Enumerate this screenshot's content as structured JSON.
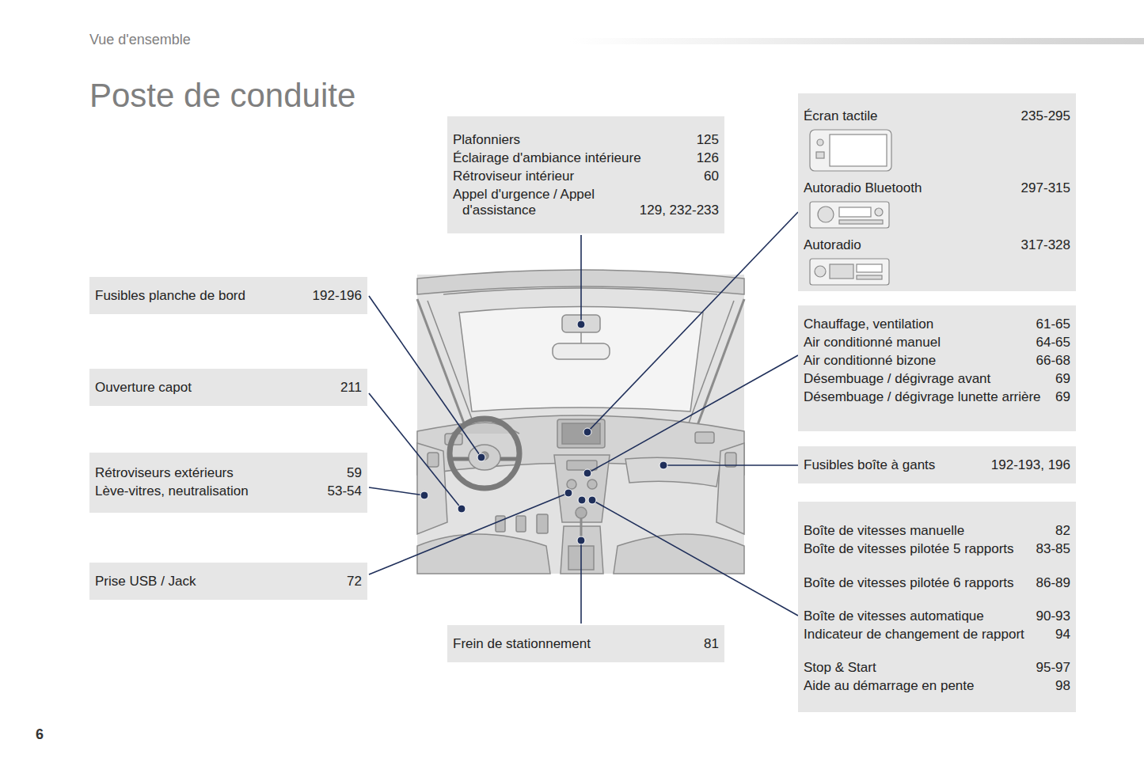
{
  "diagram": {
    "title": "Poste de conduite",
    "nodes": [
      {
        "text": [
          "Plafonniers",
          "125",
          "Éclairage d'ambiance intérieure",
          "126",
          "Rétroviseur intérieur",
          "60",
          "Appel d'urgence / Appel d'assistance",
          "129, 232-233"
        ]
      },
      {
        "text": [
          "Écran tactile",
          "235-295",
          "Autoradio Bluetooth",
          "297-315",
          "Autoradio",
          "317-328"
        ]
      },
      {
        "text": [
          "Fusibles planche de bord",
          "192-196"
        ]
      },
      {
        "text": [
          "Chauffage, ventilation",
          "61-65",
          "Air conditionné manuel",
          "64-65",
          "Air conditionné bizone",
          "66-68",
          "Désembuage / dégivrage avant",
          "69",
          "Désembuage / dégivrage lunette arrière",
          "69"
        ]
      },
      {
        "text": [
          "Ouverture capot",
          "211"
        ]
      },
      {
        "text": [
          "Fusibles boîte à gants",
          "192-193, 196"
        ]
      },
      {
        "text": [
          "Rétroviseurs extérieurs",
          "59",
          "Lève-vitres, neutralisation",
          "53-54"
        ]
      },
      {
        "text": [
          "Boîte de vitesses manuelle",
          "82",
          "Boîte de vitesses pilotée 5 rapports",
          "83-85",
          "Boîte de vitesses pilotée 6 rapports",
          "86-89",
          "Boîte de vitesses automatique",
          "90-93",
          "Indicateur de changement de rapport",
          "94",
          "Stop & Start",
          "95-97",
          "Aide au démarrage en pente",
          "98"
        ]
      },
      {
        "text": [
          "Prise USB / Jack",
          "72"
        ]
      },
      {
        "text": [
          "Frein de stationnement",
          "81"
        ]
      }
    ],
    "labels": [
      "Vue d'ensemble",
      "6"
    ]
  }
}
